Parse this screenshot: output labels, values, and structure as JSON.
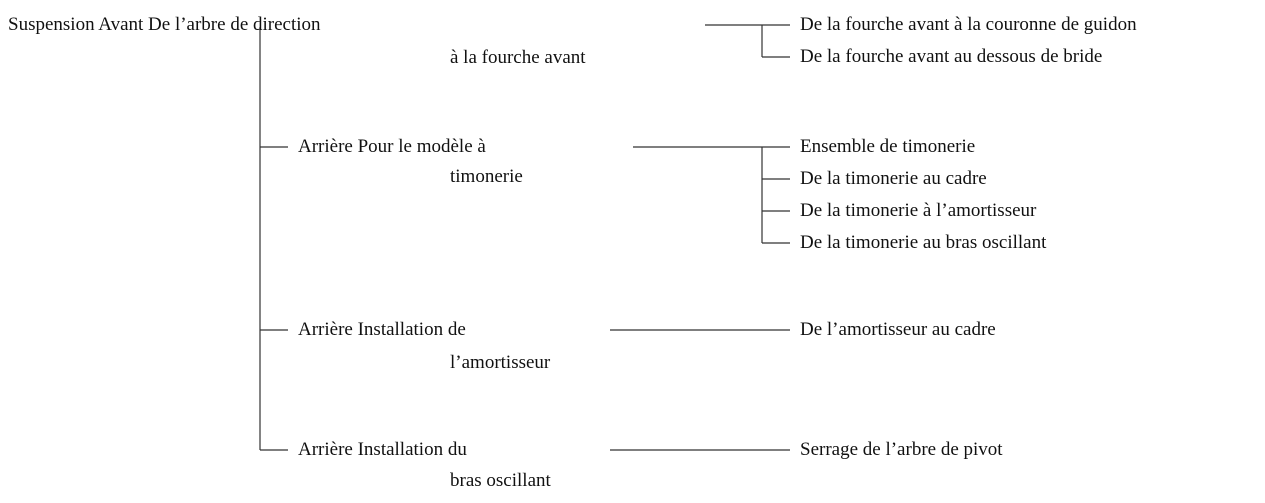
{
  "root": {
    "label": "Suspension Avant De l’arbre de direction"
  },
  "branches": [
    {
      "line1": "à la fourche avant",
      "line2": "",
      "leaves": [
        "De la fourche avant à la couronne de guidon",
        "De la fourche avant au dessous de bride"
      ]
    },
    {
      "line1": "Arrière Pour le modèle à",
      "line2": "timonerie",
      "leaves": [
        "Ensemble de timonerie",
        "De la timonerie au cadre",
        "De la timonerie à l’amortisseur",
        "De la timonerie au bras oscillant"
      ]
    },
    {
      "line1": "Arrière Installation de",
      "line2": "l’amortisseur",
      "leaves": [
        "De l’amortisseur au cadre"
      ]
    },
    {
      "line1": "Arrière Installation du",
      "line2": "bras oscillant",
      "leaves": [
        "Serrage de l’arbre de pivot"
      ]
    }
  ]
}
